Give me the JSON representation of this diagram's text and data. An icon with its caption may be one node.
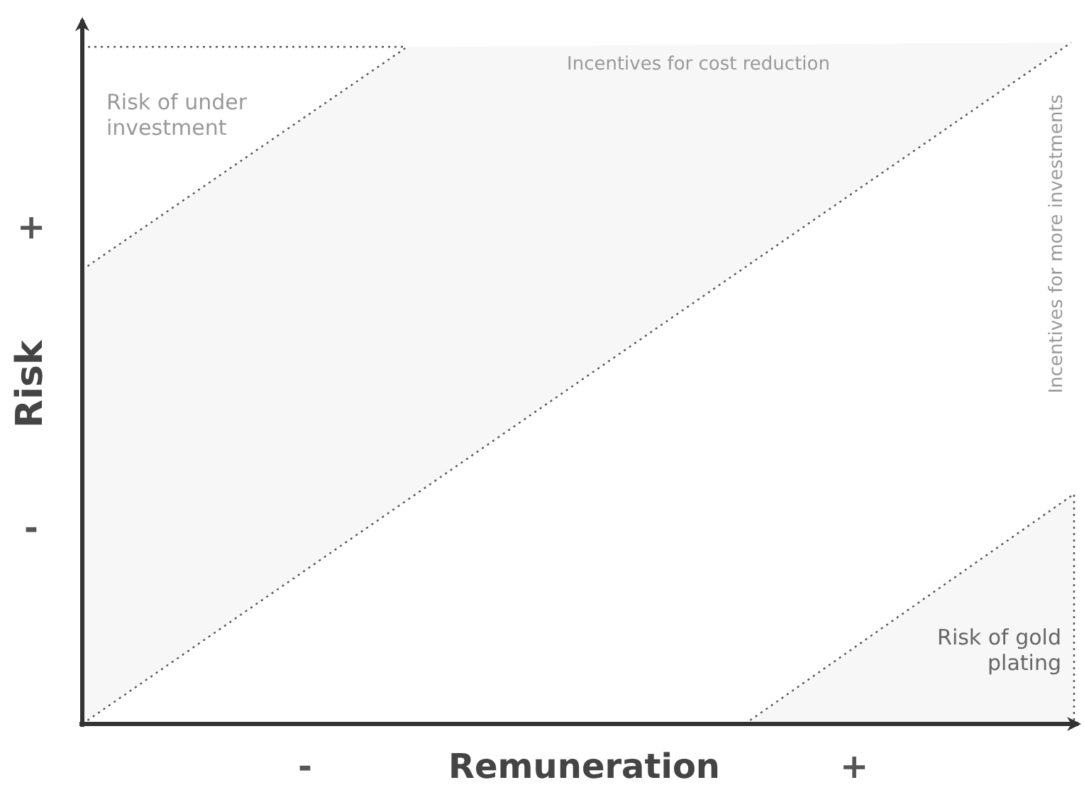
{
  "diagram": {
    "labels": [
      "Incentives for cost reduction",
      "Risk of under investment",
      "+",
      "Risk",
      "Incentives for more investments",
      "-",
      "Risk of gold plating",
      "-",
      "Remuneration",
      "+"
    ]
  }
}
